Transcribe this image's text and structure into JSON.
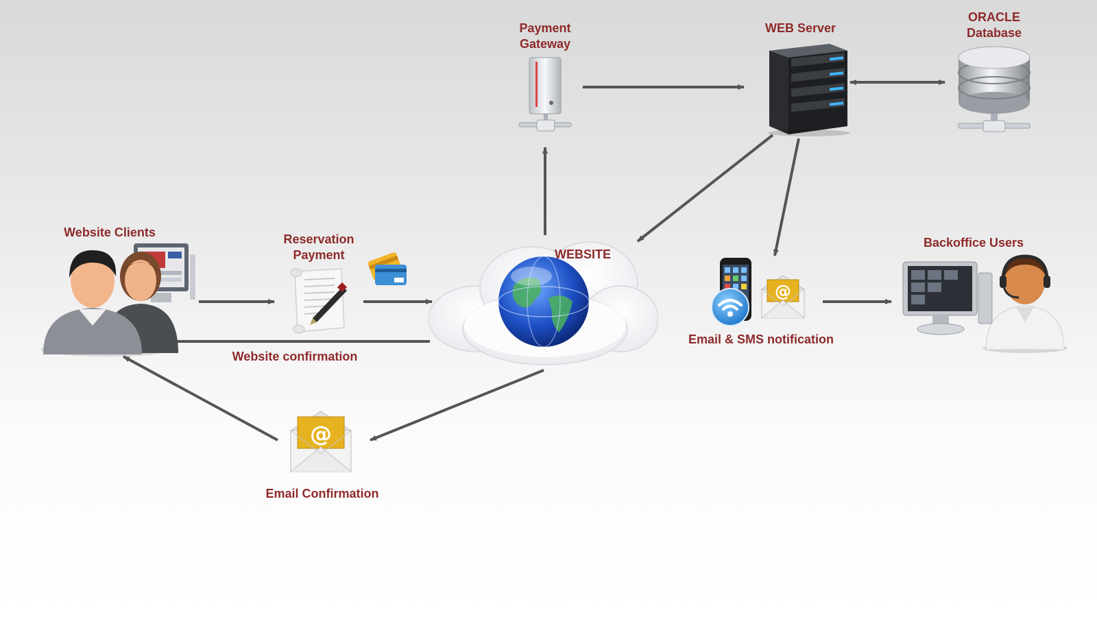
{
  "nodes": {
    "website_clients": {
      "label": "Website Clients"
    },
    "reservation_payment": {
      "label_line1": "Reservation",
      "label_line2": "Payment"
    },
    "website": {
      "label": "WEBSITE"
    },
    "payment_gateway": {
      "label_line1": "Payment",
      "label_line2": "Gateway"
    },
    "web_server": {
      "label": "WEB Server"
    },
    "oracle_db": {
      "label_line1": "ORACLE",
      "label_line2": "Database"
    },
    "notification": {
      "label": "Email & SMS notification"
    },
    "backoffice_users": {
      "label": "Backoffice Users"
    },
    "email_confirmation": {
      "label": "Email Confirmation"
    }
  },
  "edges": {
    "website_confirmation": {
      "label": "Website confirmation"
    }
  },
  "colors": {
    "label": "#8e2a2a",
    "arrow": "#555555",
    "background_top": "#d9d9d9",
    "background_bottom": "#ffffff"
  },
  "icons": [
    "users-icon",
    "document-pen-icon",
    "credit-cards-icon",
    "globe-cloud-icon",
    "server-tower-icon",
    "rack-server-icon",
    "database-icon",
    "phone-icon",
    "wifi-icon",
    "envelope-icon",
    "monitor-icon",
    "support-agent-icon"
  ]
}
